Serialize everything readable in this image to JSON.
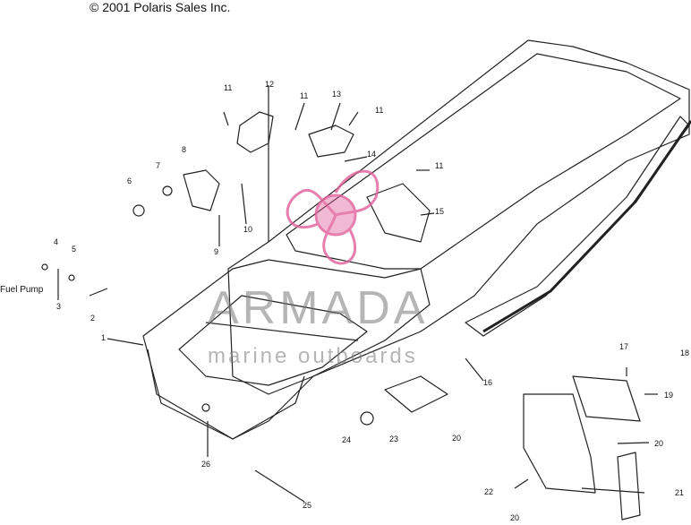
{
  "copyright": "© 2001 Polaris Sales Inc.",
  "side_label": "Fuel Pump",
  "watermark": {
    "brand": "ARMADA",
    "tagline": "marine outboards",
    "accent_color": "#e0609a"
  },
  "callouts": [
    "1",
    "2",
    "3",
    "4",
    "5",
    "6",
    "7",
    "8",
    "9",
    "10",
    "11",
    "11",
    "11",
    "11",
    "12",
    "13",
    "14",
    "15",
    "16",
    "17",
    "18",
    "19",
    "20",
    "20",
    "20",
    "21",
    "22",
    "23",
    "24",
    "25",
    "26"
  ]
}
